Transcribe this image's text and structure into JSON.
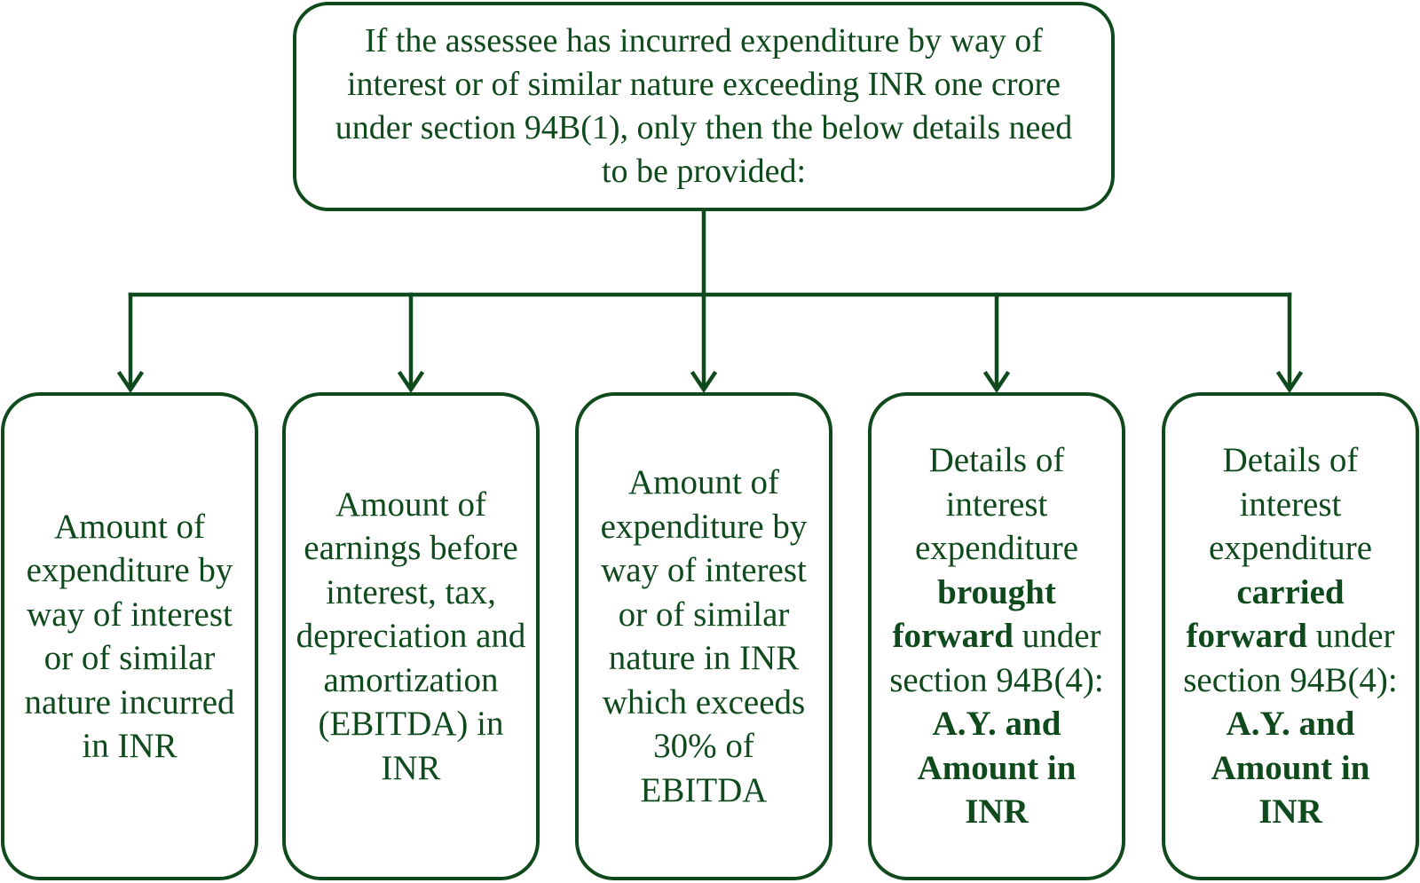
{
  "root": {
    "text": "If the assessee has incurred expenditure by way of interest or of similar nature exceeding INR one crore under section 94B(1), only then the below details need to be provided:"
  },
  "children": [
    {
      "text": "Amount of expenditure by way of interest or of similar nature incurred in INR"
    },
    {
      "text": "Amount of earnings before interest, tax, depreciation and amortization (EBITDA) in INR"
    },
    {
      "text": "Amount of expenditure by way of interest or of similar nature in INR which exceeds 30% of EBITDA"
    },
    {
      "text_pre": "Details of interest expenditure",
      "text_bold": "brought forward",
      "text_mid": "under section 94B(4):",
      "text_bold2": "A.Y. and Amount in INR"
    },
    {
      "text_pre": "Details of interest expenditure",
      "text_bold": "carried forward",
      "text_mid": "under section 94B(4):",
      "text_bold2": "A.Y. and Amount in INR"
    }
  ],
  "colors": {
    "stroke": "#0f4a1c",
    "text": "#0f4a1c",
    "background": "#ffffff"
  }
}
